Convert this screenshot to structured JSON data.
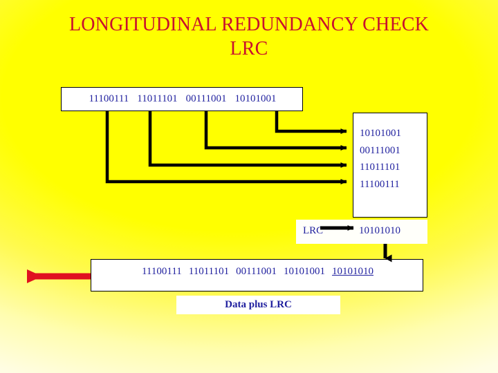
{
  "slide": {
    "title_line1": "LONGITUDINAL REDUNDANCY CHECK",
    "title_line2": "LRC",
    "title_color": "#c8102e",
    "background_color": "#ffff00",
    "text_color": "#1f1f9e",
    "connector_color": "#000000",
    "highlight_arrow_color": "#e01020"
  },
  "top_data_row": {
    "name": "original-data-blocks",
    "blocks": [
      "11100111",
      "11011101",
      "00111001",
      "10101001"
    ]
  },
  "stacked_block": {
    "name": "transposed-data-stack",
    "rows": [
      "10101001",
      "00111001",
      "11011101",
      "11100111"
    ]
  },
  "lrc_row": {
    "label": "LRC",
    "value": "10101010"
  },
  "bottom_data_row": {
    "name": "data-plus-lrc-blocks",
    "blocks": [
      "11100111",
      "11011101",
      "00111001",
      "10101001"
    ],
    "lrc_block": "10101010"
  },
  "caption": {
    "text": "Data plus LRC"
  }
}
